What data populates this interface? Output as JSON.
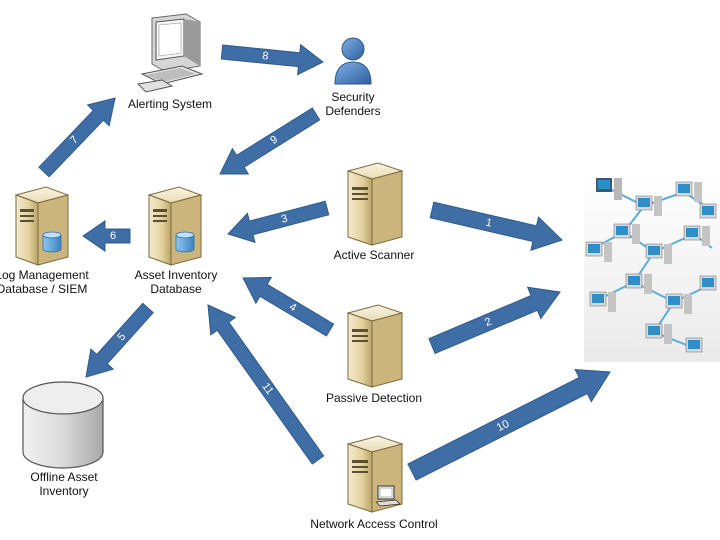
{
  "nodes": {
    "alerting_system": {
      "label": "Alerting System"
    },
    "security_defenders": {
      "line1": "Security",
      "line2": "Defenders"
    },
    "log_management": {
      "line1": "Log Management",
      "line2": "Database / SIEM"
    },
    "asset_inventory": {
      "line1": "Asset Inventory",
      "line2": "Database"
    },
    "active_scanner": {
      "label": "Active Scanner"
    },
    "passive_detection": {
      "label": "Passive Detection"
    },
    "offline_inventory": {
      "line1": "Offline Asset",
      "line2": "Inventory"
    },
    "network_access_control": {
      "label": "Network Access Control"
    }
  },
  "arrows": [
    "1",
    "2",
    "3",
    "4",
    "5",
    "6",
    "7",
    "8",
    "9",
    "10",
    "11"
  ],
  "colors": {
    "arrow_fill": "#3f6ea6",
    "arrow_stroke": "#2f5a8c",
    "server_body": "#e6d6a4",
    "monitor_screen": "#2e8fc8"
  }
}
